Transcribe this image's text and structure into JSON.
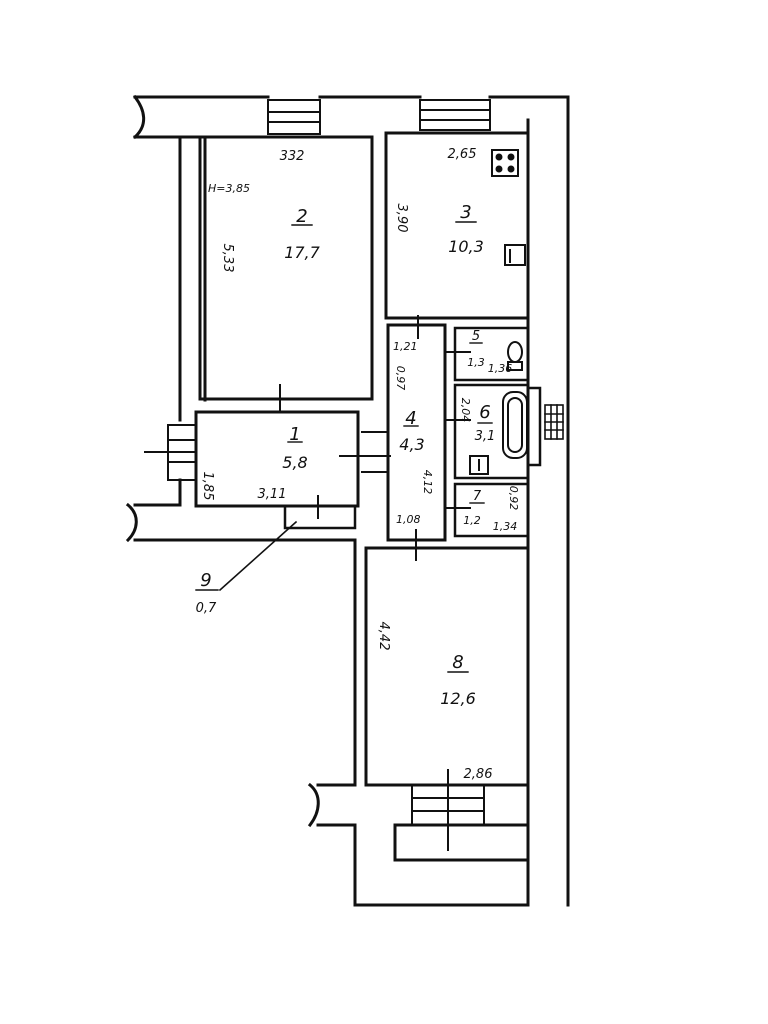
{
  "rooms": [
    {
      "id": "2",
      "number": "2",
      "area": "17,7",
      "dims": [
        "332",
        "5,33"
      ],
      "height": "H=3,85"
    },
    {
      "id": "3",
      "number": "3",
      "area": "10,3",
      "dims": [
        "2,65",
        "3,90"
      ]
    },
    {
      "id": "1",
      "number": "1",
      "area": "5,8",
      "dims": [
        "3,11",
        "1,85"
      ]
    },
    {
      "id": "4",
      "number": "4",
      "area": "4,3",
      "dims": [
        "1,21",
        "0,97",
        "4,12",
        "1,08"
      ]
    },
    {
      "id": "5",
      "number": "5",
      "area": "1,3",
      "dims": [
        "1,36"
      ]
    },
    {
      "id": "6",
      "number": "6",
      "area": "3,1",
      "dims": [
        "2,04"
      ]
    },
    {
      "id": "7",
      "number": "7",
      "area": "1,2",
      "dims": [
        "0,92",
        "1,34"
      ]
    },
    {
      "id": "8",
      "number": "8",
      "area": "12,6",
      "dims": [
        "4,42",
        "2,86"
      ]
    },
    {
      "id": "9",
      "number": "9",
      "area": "0,7"
    }
  ],
  "colors": {
    "ink": "#111111",
    "paper": "#ffffff"
  },
  "icons": [
    "stove-icon",
    "sink-icon",
    "toilet-icon",
    "bathtub-icon",
    "radiator-icon",
    "window-icon",
    "door-icon"
  ]
}
